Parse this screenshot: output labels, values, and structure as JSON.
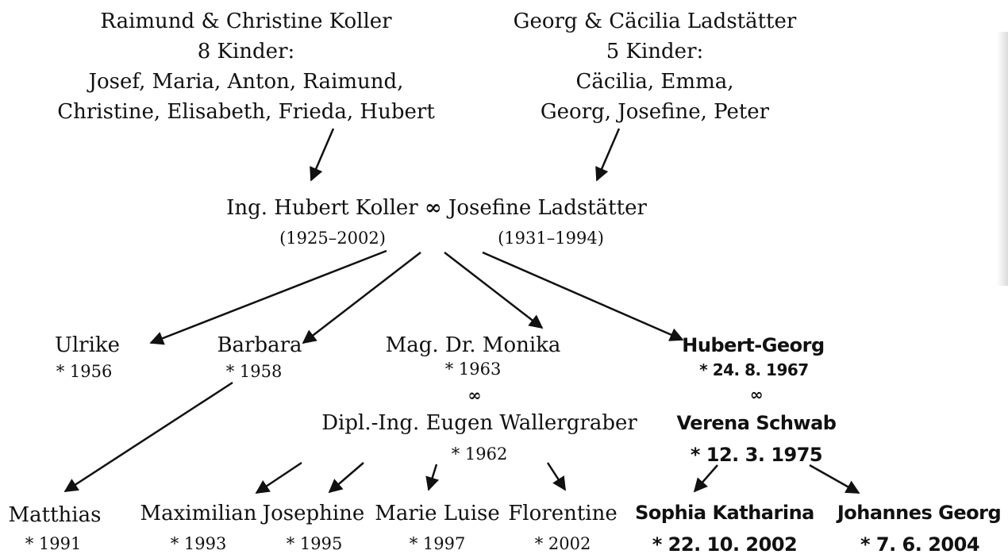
{
  "parents_koller": {
    "names": "Raimund & Christine Koller",
    "count": "8 Kinder:",
    "children_line1": "Josef, Maria, Anton, Raimund,",
    "children_line2": "Christine, Elisabeth, Frieda, Hubert"
  },
  "parents_ladstaetter": {
    "names": "Georg & Cäcilia Ladstätter",
    "count": "5 Kinder:",
    "children_line1": "Cäcilia, Emma,",
    "children_line2": "Georg, Josefine, Peter"
  },
  "couple": {
    "husband": "Ing. Hubert Koller",
    "marriage_symbol": "∞",
    "wife": "Josefine Ladstätter",
    "husband_years": "(1925–2002)",
    "wife_years": "(1931–1994)"
  },
  "children": {
    "ulrike": {
      "name": "Ulrike",
      "born": "* 1956"
    },
    "barbara": {
      "name": "Barbara",
      "born": "* 1958"
    },
    "monika": {
      "name": "Mag. Dr. Monika",
      "born": "* 1963",
      "marriage_symbol": "∞",
      "spouse": "Dipl.-Ing. Eugen Wallergraber",
      "spouse_born": "* 1962"
    },
    "hubert_georg": {
      "name": "Hubert-Georg",
      "born": "* 24. 8. 1967",
      "marriage_symbol": "∞",
      "spouse": "Verena Schwab",
      "spouse_born": "* 12. 3. 1975"
    }
  },
  "grandchildren": {
    "matthias": {
      "name": "Matthias",
      "born": "* 1991"
    },
    "maximilian": {
      "name": "Maximilian",
      "born": "* 1993"
    },
    "josephine": {
      "name": "Josephine",
      "born": "* 1995"
    },
    "marie_luise": {
      "name": "Marie Luise",
      "born": "* 1997"
    },
    "florentine": {
      "name": "Florentine",
      "born": "* 2002"
    },
    "sophia": {
      "name": "Sophia Katharina",
      "born": "* 22. 10. 2002"
    },
    "johannes": {
      "name": "Johannes Georg",
      "born": "* 7. 6. 2004"
    }
  },
  "colors": {
    "text": "#111111",
    "arrows": "#111111",
    "background": "#ffffff"
  }
}
